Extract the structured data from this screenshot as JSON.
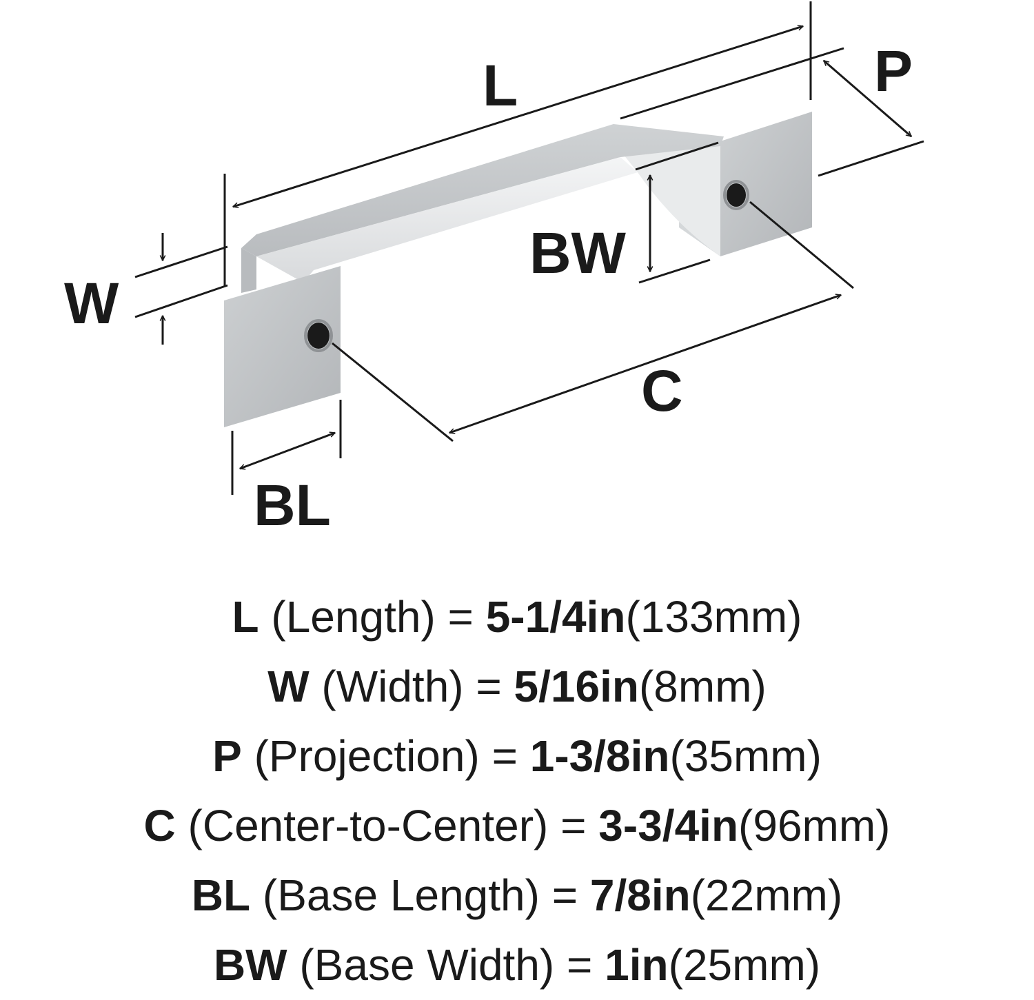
{
  "diagram": {
    "labels": {
      "length": "L",
      "projection": "P",
      "width": "W",
      "base_width": "BW",
      "center_to_center": "C",
      "base_length": "BL"
    },
    "colors": {
      "line": "#1a1a1a",
      "metal_light": "#e4e6e7",
      "metal_mid": "#c9ccce",
      "metal_dark": "#9c9fa2"
    }
  },
  "specs": [
    {
      "code": "L",
      "desc": " (Length) = ",
      "value": "5-1/4in",
      "metric": "(133mm)"
    },
    {
      "code": "W",
      "desc": " (Width) = ",
      "value": "5/16in",
      "metric": "(8mm)"
    },
    {
      "code": "P",
      "desc": " (Projection) = ",
      "value": "1-3/8in",
      "metric": "(35mm)"
    },
    {
      "code": "C",
      "desc": " (Center-to-Center) = ",
      "value": "3-3/4in",
      "metric": "(96mm)"
    },
    {
      "code": "BL",
      "desc": " (Base Length) = ",
      "value": "7/8in",
      "metric": "(22mm)"
    },
    {
      "code": "BW",
      "desc": " (Base Width) = ",
      "value": "1in",
      "metric": "(25mm)"
    }
  ]
}
